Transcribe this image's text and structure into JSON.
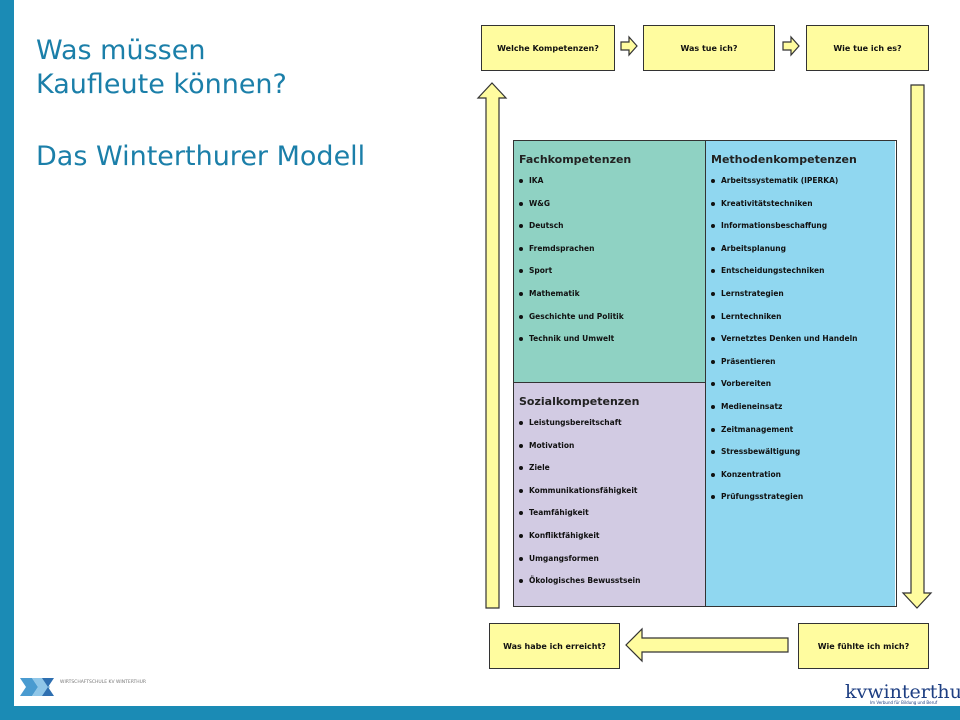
{
  "title": {
    "line1": "Was müssen",
    "line2": "Kaufleute können?",
    "subtitle": "Das Winterthurer Modell"
  },
  "flow": {
    "top": [
      "Welche Kompetenzen?",
      "Was tue ich?",
      "Wie tue ich es?"
    ],
    "bottom_right": "Wie fühlte ich mich?",
    "bottom_left": "Was habe ich erreicht?"
  },
  "competences": {
    "fach": {
      "title": "Fachkompetenzen",
      "items": [
        "IKA",
        "W&G",
        "Deutsch",
        "Fremdsprachen",
        "Sport",
        "Mathematik",
        "Geschichte und Politik",
        "Technik und Umwelt"
      ]
    },
    "sozial": {
      "title": "Sozialkompetenzen",
      "items": [
        "Leistungsbereitschaft",
        "Motivation",
        "Ziele",
        "Kommunikationsfähigkeit",
        "Teamfähigkeit",
        "Konfliktfähigkeit",
        "Umgangsformen",
        "Ökologisches Bewusstsein"
      ]
    },
    "methode": {
      "title": "Methodenkompetenzen",
      "items": [
        "Arbeitssystematik (IPERKA)",
        "Kreativitätstechniken",
        "Informationsbeschaffung",
        "Arbeitsplanung",
        "Entscheidungstechniken",
        "Lernstrategien",
        "Lerntechniken",
        "Vernetztes Denken und Handeln",
        "Präsentieren",
        "Vorbereiten",
        "Medieneinsatz",
        "Zeitmanagement",
        "Stressbewältigung",
        "Konzentration",
        "Prüfungsstrategien"
      ]
    }
  },
  "footer": {
    "school_logo_text": "WIRTSCHAFTSCHULE KV WINTERTHUR",
    "kv_logo_kv": "kv",
    "kv_logo_name": "winterthur",
    "kv_logo_sub": "Im Verbund für Bildung und Beruf"
  },
  "colors": {
    "accent": "#1b8bb5",
    "node_fill": "#fffc9f",
    "fach_fill": "#8fd2c3",
    "sozial_fill": "#d2cbe3",
    "methode_fill": "#90d7f0"
  }
}
